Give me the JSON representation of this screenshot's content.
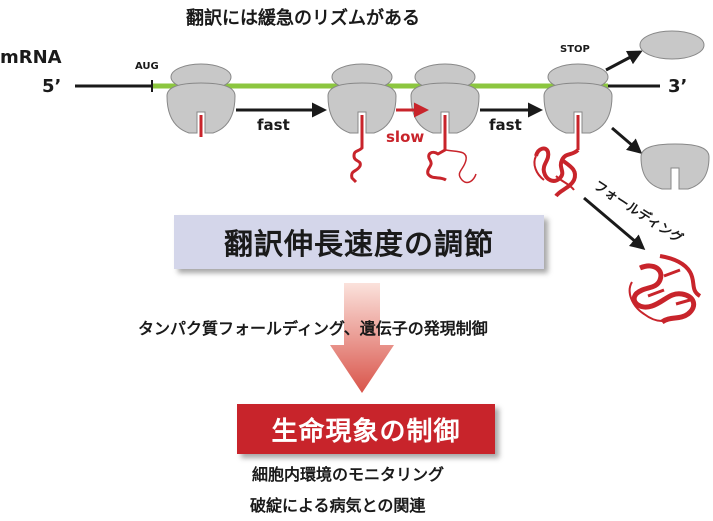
{
  "title": "翻訳には緩急のリズムがある",
  "mrna": {
    "label": "mRNA",
    "five_prime": "5’",
    "three_prime": "3’",
    "start_codon": "AUG",
    "stop_codon": "STOP"
  },
  "speeds": {
    "fast_1": "fast",
    "slow": "slow",
    "fast_2": "fast"
  },
  "folding_label": "フォールディング",
  "concept_box": "翻訳伸長速度の調節",
  "concept_subtitle": "タンパク質フォールディング、遺伝子の発現制御",
  "outcome_box": "生命現象の制御",
  "outcomes": [
    "細胞内環境のモニタリング",
    "破綻による病気との関連"
  ],
  "colors": {
    "mrna_green": "#8cc63f",
    "ribosome_gray": "#c8c8c8",
    "peptide_red": "#c8242b",
    "concept_box_bg": "#d4d6ea",
    "outcome_box_bg": "#c8242b",
    "arrow_black": "#1a1a1a"
  }
}
